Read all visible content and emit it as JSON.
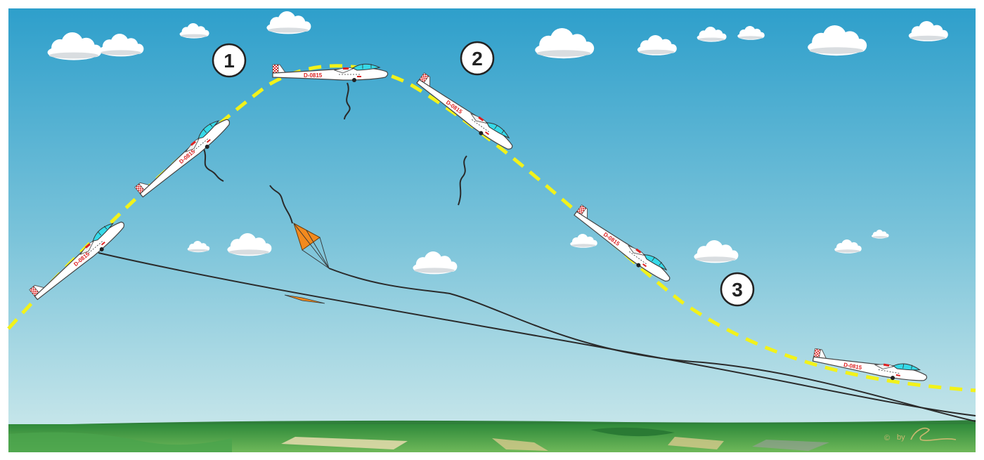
{
  "steps": [
    {
      "label": "1"
    },
    {
      "label": "2"
    },
    {
      "label": "3"
    }
  ],
  "glider": {
    "registration": "D-0815"
  },
  "credit": {
    "symbol": "©",
    "text": "by"
  },
  "colors": {
    "sky_top": "#2e9fcb",
    "sky_bottom": "#c7e6ea",
    "flight_path": "#f2f21a",
    "tow_cable": "#2a2a2a",
    "parachute": "#f28a1e",
    "ground": "#3f9a4a",
    "canopy": "#36d9e8",
    "registration": "#dd2222"
  },
  "icons": {
    "glider": "glider-icon",
    "parachute": "parachute-icon",
    "cloud": "cloud-icon",
    "signature": "signature-icon"
  }
}
